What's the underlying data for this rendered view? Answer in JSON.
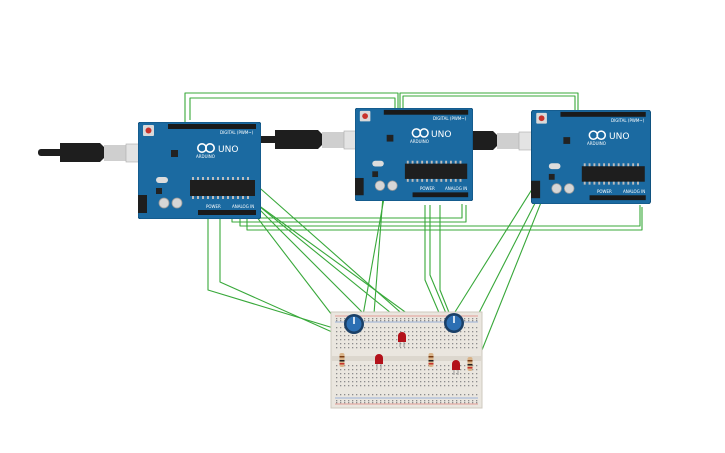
{
  "colors": {
    "background": "#ffffff",
    "board": "#1b6aa1",
    "board_edge": "#0f4f7c",
    "wire": "#38a83a",
    "breadboard": "#eae6df",
    "led": "#b3111a",
    "pot": "#2c6fb3",
    "usb_cable": "#1e1e1e",
    "usb_connector": "#cfcfcf"
  },
  "boards": [
    {
      "model": "UNO",
      "brand": "ARDUINO",
      "digital_label": "DIGITAL (PWM~)",
      "power_label": "POWER",
      "analog_label": "ANALOG IN",
      "usb": "usb-cable"
    },
    {
      "model": "UNO",
      "brand": "ARDUINO",
      "digital_label": "DIGITAL (PWM~)",
      "power_label": "POWER",
      "analog_label": "ANALOG IN",
      "usb": "usb-cable"
    },
    {
      "model": "UNO",
      "brand": "ARDUINO",
      "digital_label": "DIGITAL (PWM~)",
      "power_label": "POWER",
      "analog_label": "ANALOG IN",
      "usb": "usb-cable"
    }
  ],
  "breadboard": {
    "components": [
      "potentiometer",
      "potentiometer",
      "led",
      "led",
      "led",
      "resistor",
      "resistor",
      "resistor"
    ]
  }
}
